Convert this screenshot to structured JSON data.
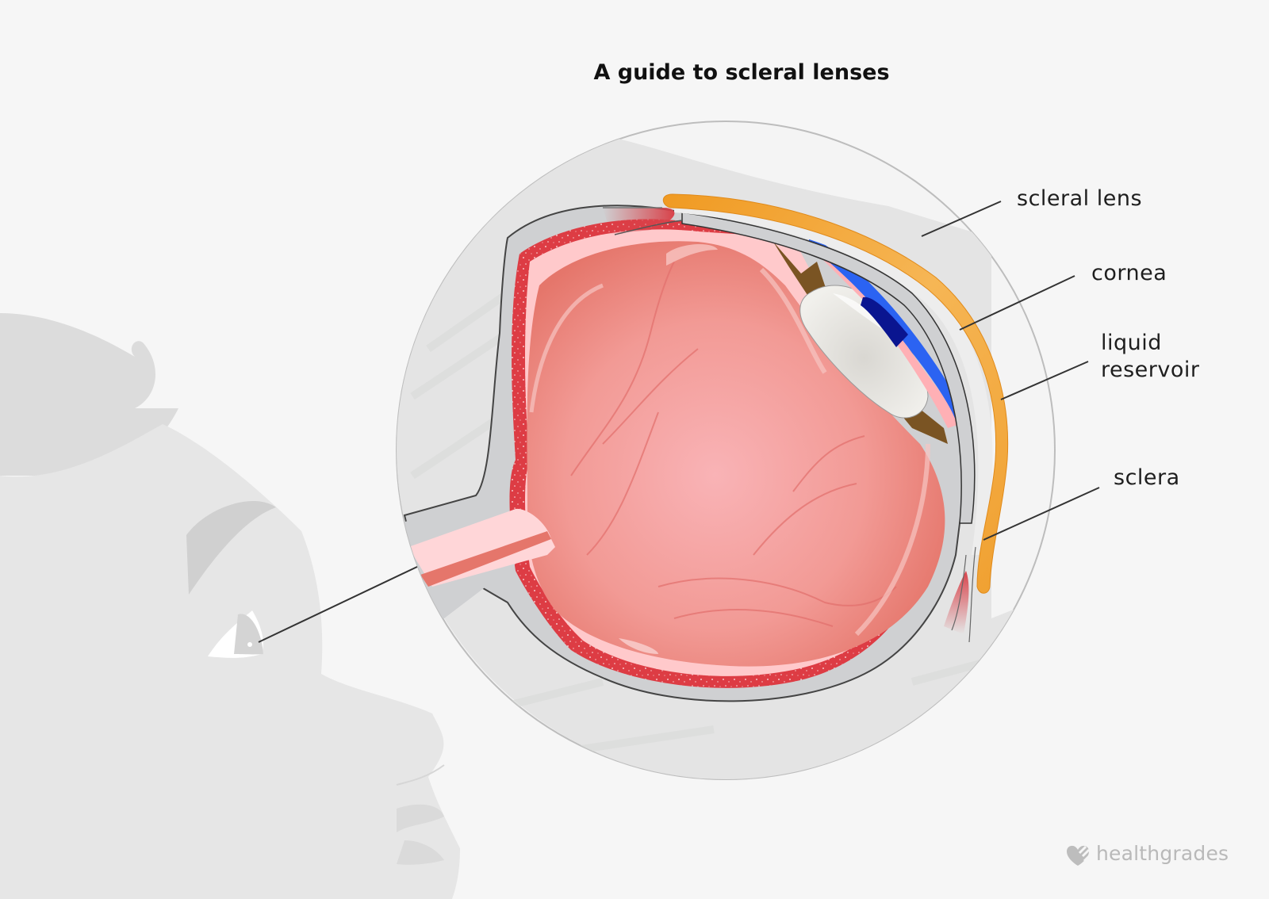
{
  "title": "A guide to scleral lenses",
  "labels": {
    "scleral_lens": "scleral lens",
    "cornea": "cornea",
    "liquid_reservoir_line1": "liquid",
    "liquid_reservoir_line2": "reservoir",
    "sclera": "sclera"
  },
  "brand": {
    "name": "healthgrades",
    "icon": "heart-icon"
  },
  "colors": {
    "background": "#f6f6f6",
    "lens": "#f0a030",
    "retina_red": "#dd3c44",
    "vitreous": "#f0908a",
    "iris_blue": "#2b63f2",
    "pupil_navy": "#0a1590",
    "ciliary_brown": "#7a5423",
    "sclera_gray": "#cfd0d2",
    "face_gray": "#e6e6e6"
  }
}
